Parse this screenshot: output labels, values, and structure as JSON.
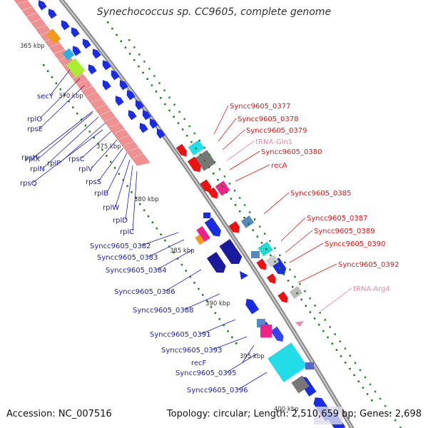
{
  "title": "Synechococcus sp. CC9605, complete genome",
  "footer": {
    "accession": "Accession: NC_007516",
    "summary": "Topology: circular; Length: 2,510,659 bp; Genes: 2,698"
  },
  "ticks": [
    "365 kbp",
    "370 kbp",
    "375 kbp",
    "380 kbp",
    "385 kbp",
    "390 kbp",
    "395 kbp",
    "400 kbp"
  ],
  "labels_forward": [
    "Syncc9605_0377",
    "Syncc9605_0378",
    "Syncc9605_0379",
    "tRNA-Gln1",
    "Syncc9605_0380",
    "recA",
    "Syncc9605_0385",
    "Syncc9605_0387",
    "Syncc9605_0389",
    "Syncc9605_0390",
    "Syncc9605_0392",
    "tRNA-Arg4"
  ],
  "labels_reverse": [
    "secY",
    "rplO",
    "rpsE",
    "rpsH",
    "rplX",
    "rplN",
    "rplP",
    "rpsC",
    "rplV",
    "rpsQ",
    "rpsS",
    "rplB",
    "rplW",
    "rplD",
    "rplC",
    "Syncc9605_0382",
    "Syncc9605_0383",
    "Syncc9605_0384",
    "Syncc9605_0386",
    "Syncc9605_0388",
    "Syncc9605_0391",
    "Syncc9605_0393",
    "recF",
    "Syncc9605_0395",
    "Syncc9605_0396"
  ],
  "colors": {
    "forward_cds": "#ee1111",
    "reverse_cds": "#1a2de0",
    "forward_trna": "#ee88aa",
    "reverse_label": "#1a1acc",
    "rna_bar": "#f09090",
    "tick": "#228822",
    "backbone": "#888888"
  }
}
